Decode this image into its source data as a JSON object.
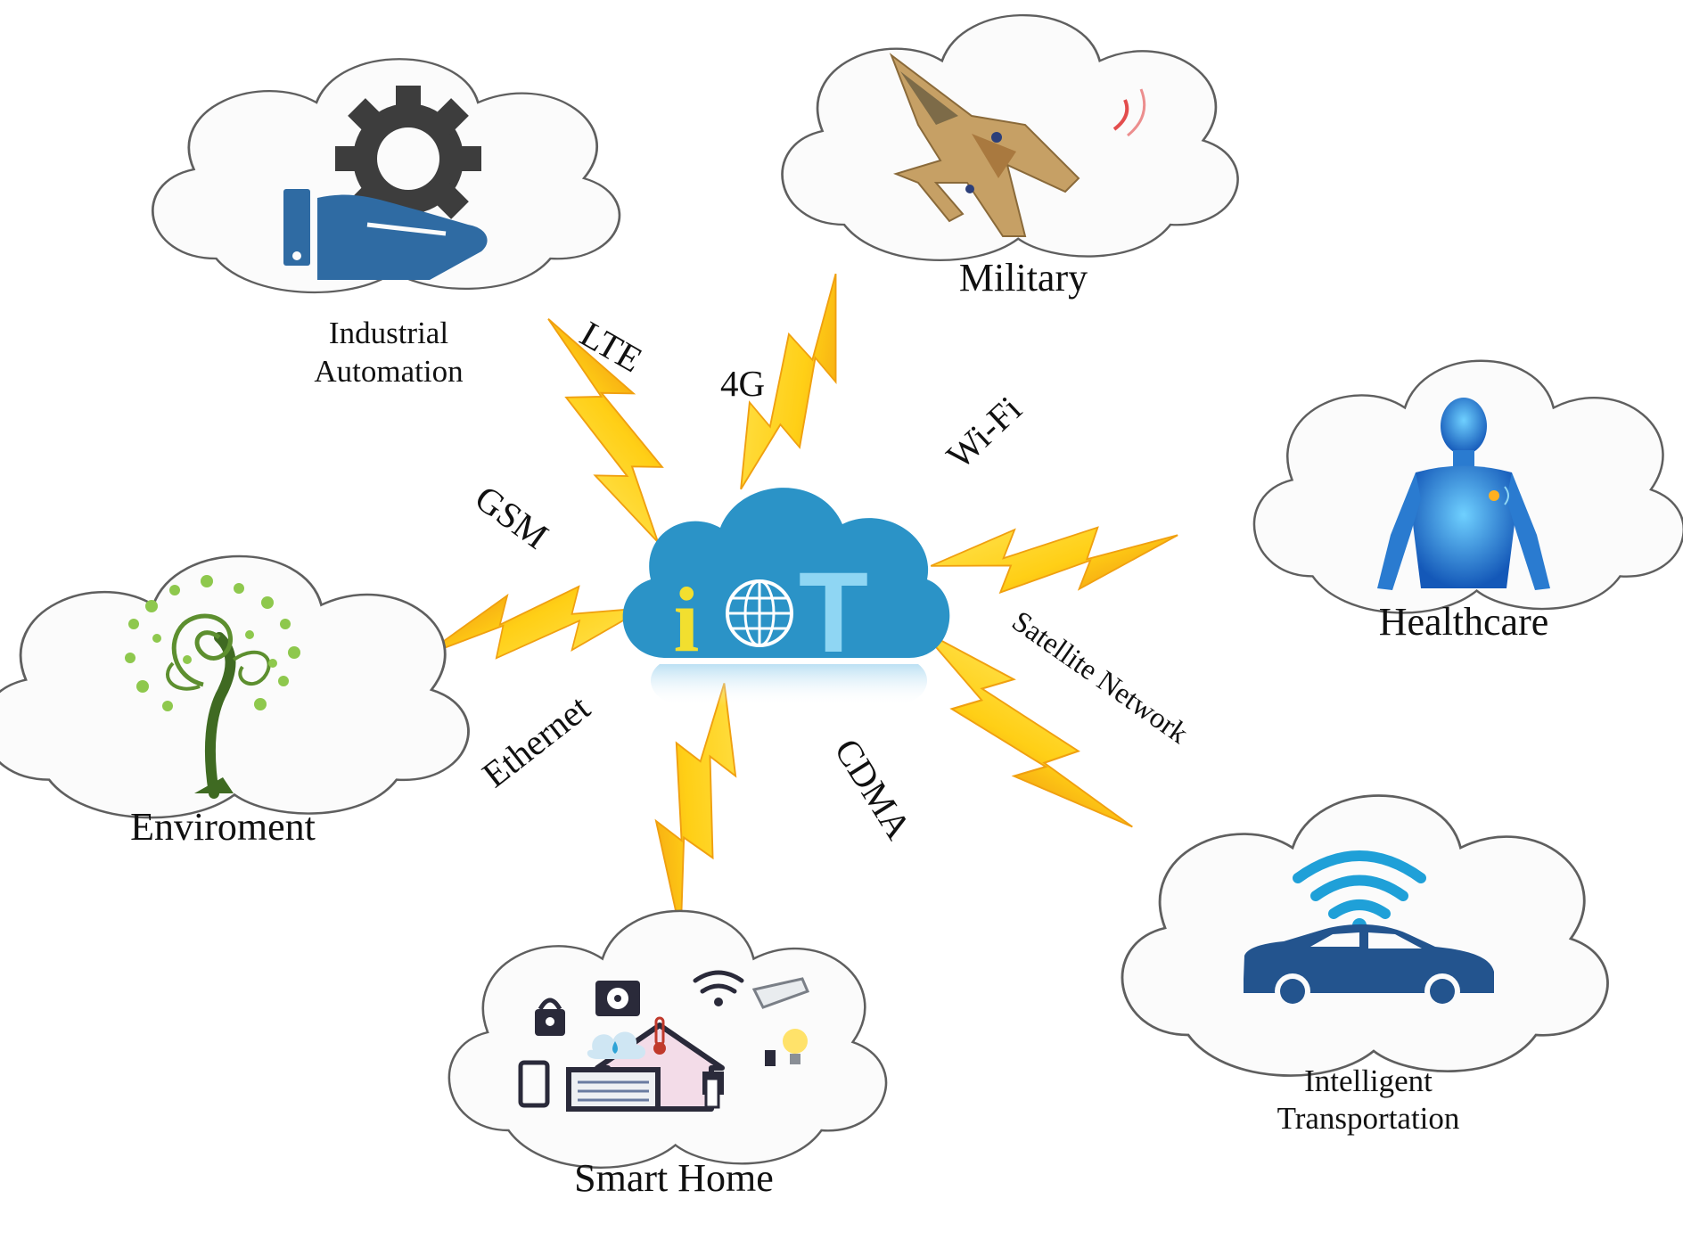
{
  "hub": {
    "letters": [
      "i",
      "T"
    ],
    "icon": "globe-icon"
  },
  "applications": {
    "industrial": {
      "lines": [
        "Industrial",
        "Automation"
      ],
      "icon": "gear-hand-icon"
    },
    "military": {
      "label": "Military",
      "icon": "fighter-jet-icon"
    },
    "healthcare": {
      "label": "Healthcare",
      "icon": "human-body-icon"
    },
    "environment": {
      "label": "Enviroment",
      "icon": "tree-icon"
    },
    "smart_home": {
      "label": "Smart Home",
      "icon": "smart-home-icon"
    },
    "transportation": {
      "lines": [
        "Intelligent",
        "Transportation"
      ],
      "icon": "connected-car-icon"
    }
  },
  "technologies": {
    "lte": "LTE",
    "g4": "4G",
    "wifi": "Wi-Fi",
    "gsm": "GSM",
    "satellite": "Satellite Network",
    "ethernet": "Ethernet",
    "cdma": "CDMA"
  },
  "colors": {
    "cloud_outline": "#5f5f5f",
    "cloud_fill": "#fbfbfb",
    "bolt_yellow": "#ffd21a",
    "bolt_orange": "#f4a012",
    "iot_cloud": "#2b93c7",
    "iot_i": "#f2df2f",
    "iot_t": "#8fd6f3",
    "gear": "#3d3d3d",
    "hand": "#2f6ba3",
    "car": "#23548e",
    "tree_green": "#3f6a22"
  }
}
